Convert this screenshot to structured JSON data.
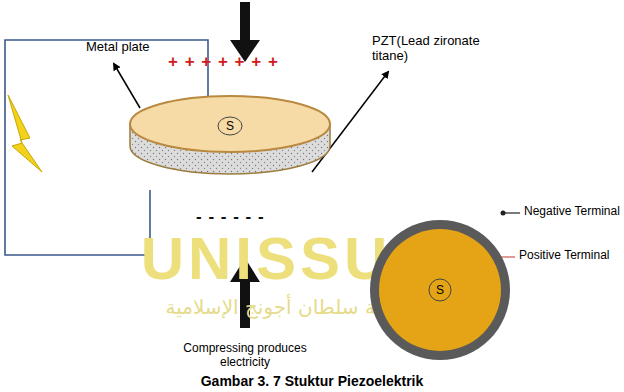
{
  "diagram": {
    "caption": "Gambar 3. 7 Stuktur Piezoelektrik",
    "nodes": [
      {
        "text": [
          "S"
        ]
      },
      {
        "text": [
          "S"
        ]
      }
    ],
    "labels": [
      "UNISSULA",
      "جامعة سلطان أجونج الإسلامية",
      "Metal plate",
      "PZT(Lead zironate titane)",
      "+ + + + + + +",
      "- - - - - -",
      "Negative Terminal",
      "Positive Terminal",
      "Compressing produces electricity"
    ]
  }
}
